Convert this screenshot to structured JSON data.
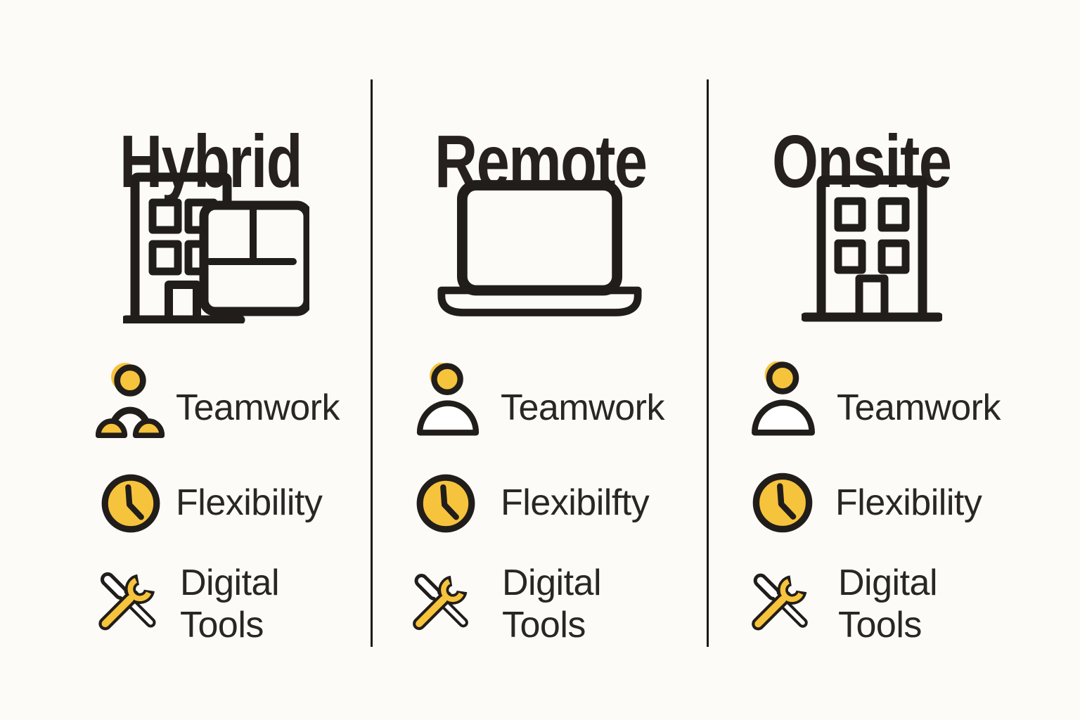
{
  "palette": {
    "background": "#FCFBF8",
    "ink": "#211D1A",
    "accent_yellow": "#F6C33C"
  },
  "columns": [
    {
      "title": "Hybrid",
      "hero_icon": "hybrid-building-screen-icon",
      "features": [
        {
          "icon": "team-people-icon",
          "label": "Teamwork"
        },
        {
          "icon": "clock-icon",
          "label": "Flexibility"
        },
        {
          "icon": "crossed-tools-icon",
          "label": "Digital\nTools"
        }
      ]
    },
    {
      "title": "Remote",
      "hero_icon": "laptop-icon",
      "features": [
        {
          "icon": "person-icon",
          "label": "Teamwork"
        },
        {
          "icon": "clock-icon",
          "label": "Flexibilfty"
        },
        {
          "icon": "crossed-tools-icon",
          "label": "Digital\nTools"
        }
      ]
    },
    {
      "title": "Onsite",
      "hero_icon": "office-building-icon",
      "features": [
        {
          "icon": "person-icon",
          "label": "Teamwork"
        },
        {
          "icon": "clock-icon",
          "label": "Flexibility"
        },
        {
          "icon": "crossed-tools-icon",
          "label": "Digital\nTools"
        }
      ]
    }
  ]
}
